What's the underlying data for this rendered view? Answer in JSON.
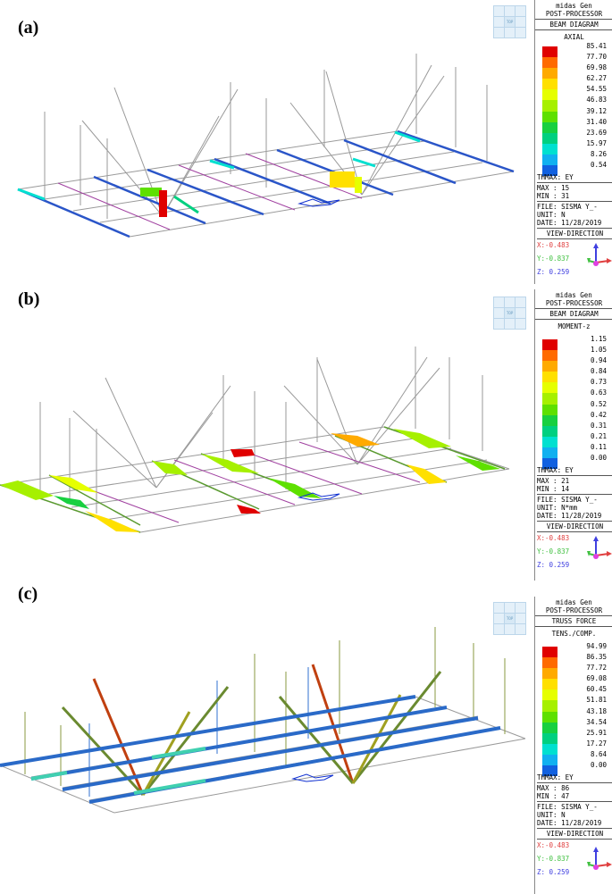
{
  "panels": [
    {
      "label": "(a)",
      "legend": {
        "app": "midas Gen",
        "mode": "POST-PROCESSOR",
        "diagram": "BEAM DIAGRAM",
        "component": "AXIAL",
        "scale_values": [
          "85.41",
          "77.70",
          "69.98",
          "62.27",
          "54.55",
          "46.83",
          "39.12",
          "31.40",
          "23.69",
          "15.97",
          "8.26",
          "0.54"
        ],
        "thmax": "THMAX: EY",
        "max": "MAX : 15",
        "min": "MIN : 31",
        "file": "FILE: SISMA Y_-",
        "unit": "UNIT: N",
        "date": "DATE: 11/28/2019",
        "view_direction": "VIEW-DIRECTION",
        "x": "X:-0.483",
        "y": "Y:-0.837",
        "z": "Z: 0.259"
      }
    },
    {
      "label": "(b)",
      "legend": {
        "app": "midas Gen",
        "mode": "POST-PROCESSOR",
        "diagram": "BEAM DIAGRAM",
        "component": "MOMENT-z",
        "scale_values": [
          "1.15",
          "1.05",
          "0.94",
          "0.84",
          "0.73",
          "0.63",
          "0.52",
          "0.42",
          "0.31",
          "0.21",
          "0.11",
          "0.00"
        ],
        "thmax": "THMAX: EY",
        "max": "MAX : 21",
        "min": "MIN : 14",
        "file": "FILE: SISMA Y_-",
        "unit": "UNIT: N*mm",
        "date": "DATE: 11/28/2019",
        "view_direction": "VIEW-DIRECTION",
        "x": "X:-0.483",
        "y": "Y:-0.837",
        "z": "Z: 0.259"
      }
    },
    {
      "label": "(c)",
      "legend": {
        "app": "midas Gen",
        "mode": "POST-PROCESSOR",
        "diagram": "TRUSS FORCE",
        "component": "TENS./COMP.",
        "scale_values": [
          "94.99",
          "86.35",
          "77.72",
          "69.08",
          "60.45",
          "51.81",
          "43.18",
          "34.54",
          "25.91",
          "17.27",
          "8.64",
          "0.00"
        ],
        "thmax": "THMAX: EY",
        "max": "MAX : 86",
        "min": "MIN : 47",
        "file": "FILE: SISMA Y_-",
        "unit": "UNIT: N",
        "date": "DATE: 11/28/2019",
        "view_direction": "VIEW-DIRECTION",
        "x": "X:-0.483",
        "y": "Y:-0.837",
        "z": "Z: 0.259"
      }
    }
  ],
  "nav_label": "TOP",
  "colors": {
    "scale": [
      "#e00000",
      "#ff6a00",
      "#ffaa00",
      "#ffe000",
      "#e6ff00",
      "#a6f000",
      "#5ee000",
      "#18d040",
      "#00d080",
      "#00e0d0",
      "#10b0f0",
      "#1060e0"
    ],
    "grid": "#9a9a9a",
    "beam_blue": "#2a55c8",
    "magenta": "#a040a0",
    "x_axis": "#e04040",
    "y_axis": "#40c040",
    "z_axis": "#4040e0"
  },
  "chart_data": [
    {
      "type": "heatmap",
      "title": "BEAM DIAGRAM",
      "component": "AXIAL",
      "unit": "N",
      "legend_values": [
        85.41,
        77.7,
        69.98,
        62.27,
        54.55,
        46.83,
        39.12,
        31.4,
        23.69,
        15.97,
        8.26,
        0.54
      ]
    },
    {
      "type": "heatmap",
      "title": "BEAM DIAGRAM",
      "component": "MOMENT-z",
      "unit": "N*mm",
      "legend_values": [
        1.15,
        1.05,
        0.94,
        0.84,
        0.73,
        0.63,
        0.52,
        0.42,
        0.31,
        0.21,
        0.11,
        0.0
      ]
    },
    {
      "type": "heatmap",
      "title": "TRUSS FORCE",
      "component": "TENS./COMP.",
      "unit": "N",
      "legend_values": [
        94.99,
        86.35,
        77.72,
        69.08,
        60.45,
        51.81,
        43.18,
        34.54,
        25.91,
        17.27,
        8.64,
        0.0
      ]
    }
  ]
}
